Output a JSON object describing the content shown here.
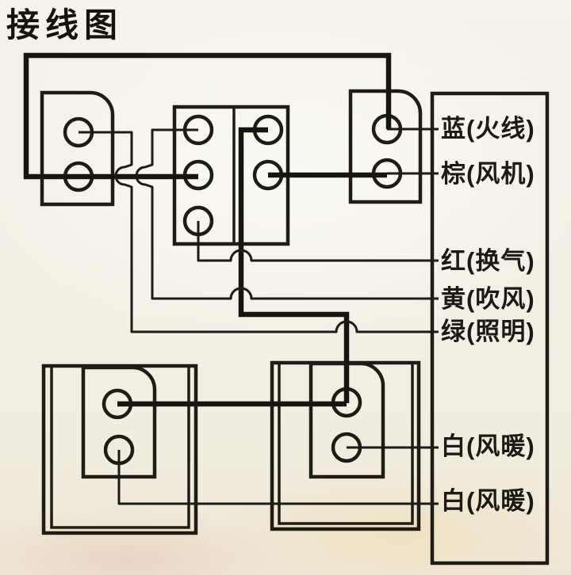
{
  "title": "接线图",
  "colors": {
    "ink": "#1c1b14",
    "paper": "#f2efe4"
  },
  "panel": {
    "labels": [
      {
        "id": "blue-live",
        "text": "蓝(火线)"
      },
      {
        "id": "brown-fan",
        "text": "棕(风机)"
      },
      {
        "id": "red-vent",
        "text": "红(换气)"
      },
      {
        "id": "yellow-blow",
        "text": "黄(吹风)"
      },
      {
        "id": "green-light",
        "text": "绿(照明)"
      },
      {
        "id": "white-heat-1",
        "text": "白(风暖)"
      },
      {
        "id": "white-heat-2",
        "text": "白(风暖)"
      }
    ]
  },
  "blocks": {
    "top_left_connector": {
      "terminals": 2
    },
    "middle_switch_block": {
      "terminals_left": 3,
      "terminals_right": 2
    },
    "top_right_connector": {
      "terminals": 2
    },
    "bottom_left_connector": {
      "terminals": 2
    },
    "bottom_right_connector": {
      "terminals": 2
    }
  }
}
